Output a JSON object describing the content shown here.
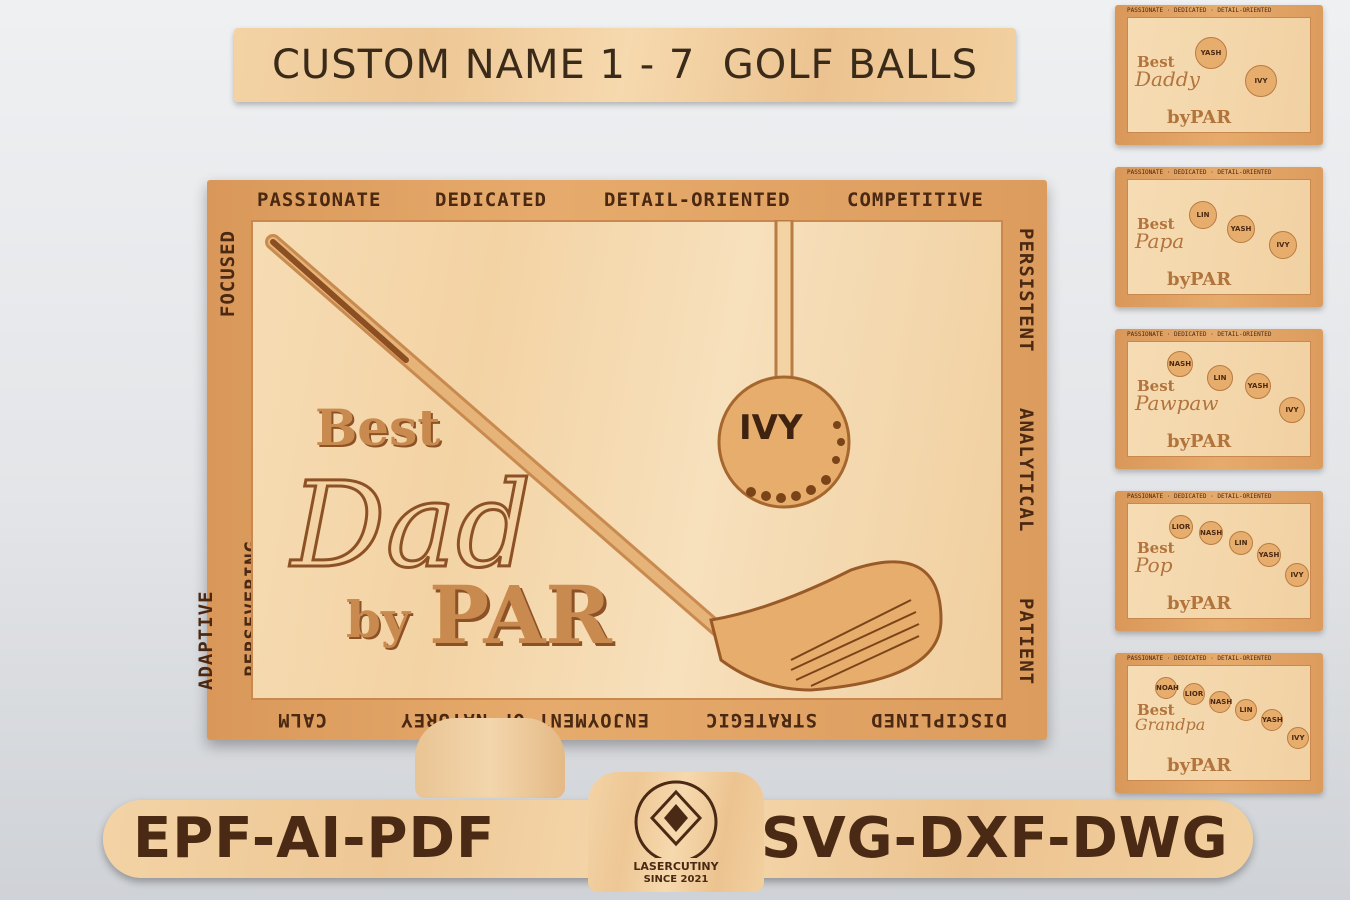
{
  "header": {
    "title": "CUSTOM NAME 1 - 7  GOLF BALLS"
  },
  "sign": {
    "top_words": [
      "PASSIONATE",
      "DEDICATED",
      "DETAIL-ORIENTED",
      "COMPETITIVE"
    ],
    "right_words": [
      "PERSISTENT",
      "ANALYTICAL",
      "PATIENT"
    ],
    "bottom_words": [
      "DISCIPLINED",
      "STRATEGIC",
      "ENJOYMENT OF NATUREY",
      "CALM"
    ],
    "left_words": [
      "ADAPTIVE",
      "PERSEVERING",
      "FOCUSED"
    ],
    "best": "Best",
    "title_name": "Dad",
    "by": "by",
    "par": "PAR",
    "ball_name": "IVY"
  },
  "footer": {
    "left_formats": "EPF-AI-PDF",
    "right_formats": "SVG-DXF-DWG",
    "logo_brand": "LASERCUTINY",
    "logo_since": "SINCE 2021"
  },
  "thumbnails": [
    {
      "name": "Daddy",
      "balls": [
        "YASH",
        "IVY"
      ]
    },
    {
      "name": "Papa",
      "balls": [
        "LIN",
        "YASH",
        "IVY"
      ]
    },
    {
      "name": "Pawpaw",
      "balls": [
        "NASH",
        "LIN",
        "YASH",
        "IVY"
      ]
    },
    {
      "name": "Pop",
      "balls": [
        "LIOR",
        "NASH",
        "LIN",
        "YASH",
        "IVY"
      ]
    },
    {
      "name": "Grandpa",
      "balls": [
        "NOAH",
        "LIOR",
        "NASH",
        "LIN",
        "YASH",
        "IVY"
      ]
    }
  ],
  "colors": {
    "dark_brown": "#4a2812",
    "wood_light": "#f3d3a4",
    "wood_dark": "#d9985a"
  }
}
